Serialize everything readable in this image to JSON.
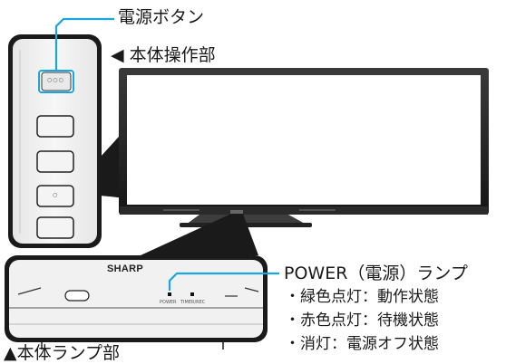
{
  "callouts": {
    "power_button": "電源ボタン",
    "body_controls": "◀ 本体操作部",
    "power_lamp": "POWER（電源）ランプ",
    "lamp_states": [
      "・緑色点灯：動作状態",
      "・赤色点灯：待機状態",
      "・消灯：電源オフ状態"
    ],
    "body_lamp": "▲本体ランプ部"
  },
  "panel": {
    "brand": "SHARP",
    "power_label": "POWER",
    "timer_label": "TIMER/REC",
    "button_dots": "○○○",
    "small_button_mark": "○"
  },
  "colors": {
    "accent": "#19a7e0",
    "line": "#1a1a1a",
    "panel_fill": "#f2f2f2",
    "screen": "#ffffff"
  }
}
